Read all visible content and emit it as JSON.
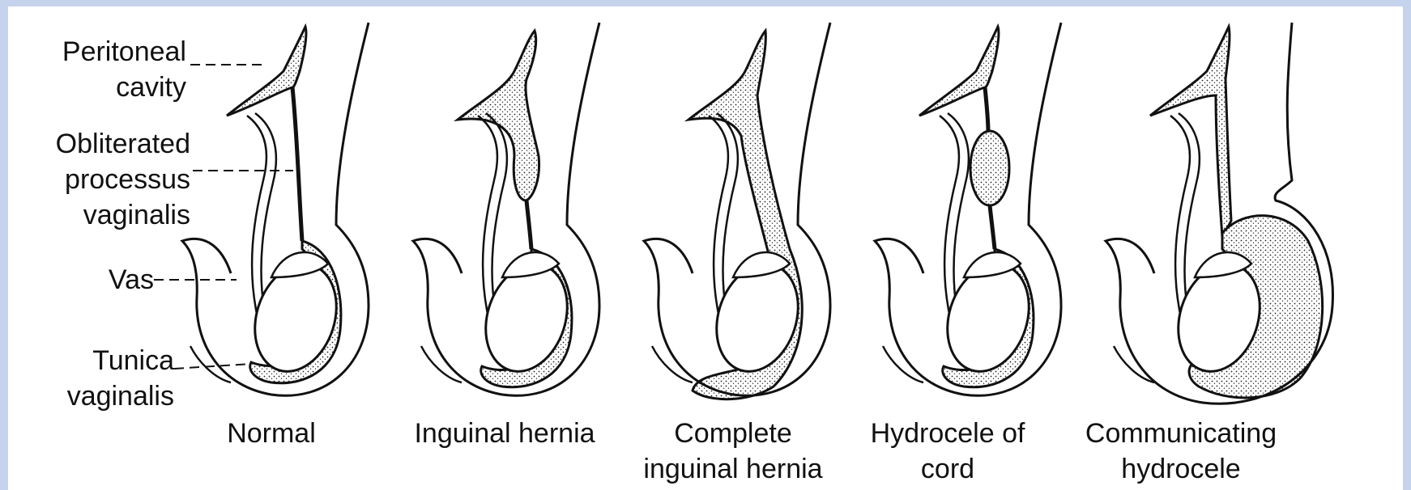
{
  "labels": {
    "peritoneal_cavity": "Peritoneal\ncavity",
    "obliterated_processus": "Obliterated\nprocessus\nvaginalis",
    "vas": "Vas",
    "tunica_vaginalis": "Tunica\nvaginalis"
  },
  "captions": [
    "Normal",
    "Inguinal hernia",
    "Complete\ninguinal hernia",
    "Hydrocele of\ncord",
    "Communicating\nhydrocele"
  ]
}
